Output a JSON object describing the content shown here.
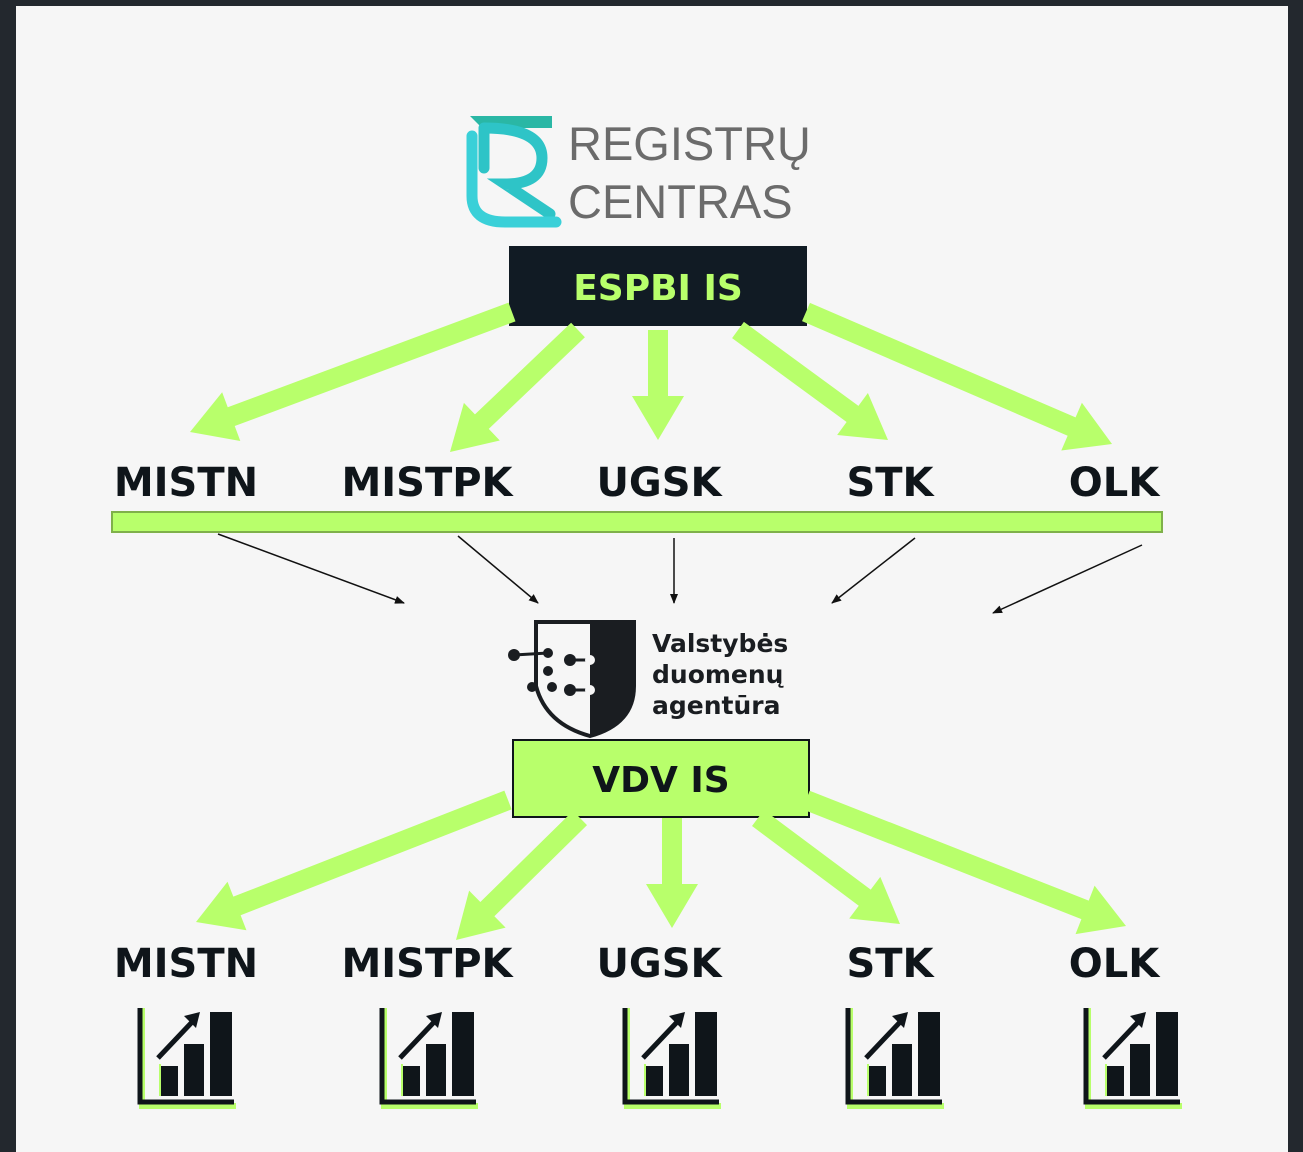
{
  "colors": {
    "accent": "#b8ff6b",
    "dark": "#111b24",
    "background": "#f6f6f6",
    "frame": "#23282e"
  },
  "logo_registru": {
    "icon": "rc-monogram-icon",
    "line1": "REGISTRŲ",
    "line2": "CENTRAS"
  },
  "source_box": {
    "label": "ESPBI IS"
  },
  "registries_top": [
    "MISTN",
    "MISTPK",
    "UGSK",
    "STK",
    "OLK"
  ],
  "logo_vda": {
    "icon": "shield-network-icon",
    "line1": "Valstybės",
    "line2": "duomenų",
    "line3": "agentūra"
  },
  "target_box": {
    "label": "VDV IS"
  },
  "registries_bottom": [
    "MISTN",
    "MISTPK",
    "UGSK",
    "STK",
    "OLK"
  ],
  "report_icon": "bar-chart-growth-icon"
}
